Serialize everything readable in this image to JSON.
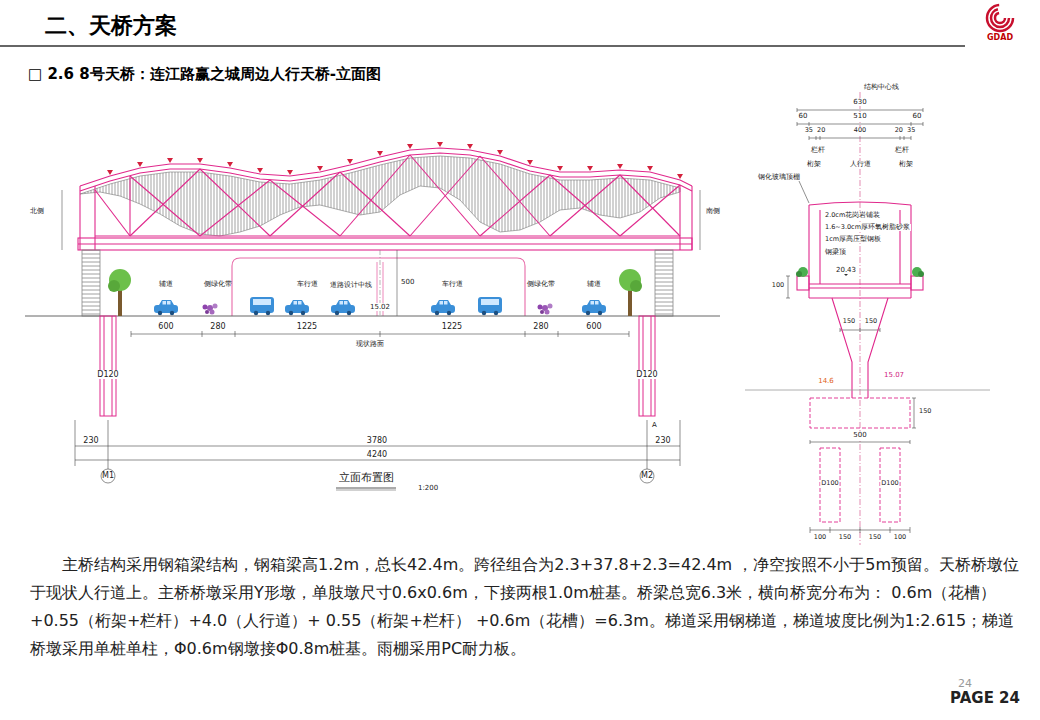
{
  "diagram": {
    "title": "二、天桥方案",
    "labels": [
      "GDAD",
      "□  2.6  8号天桥：连江路赢之城周边人行天桥-立面图",
      "北侧",
      "南侧",
      "辅道",
      "侧绿化带",
      "车行道",
      "道路设计中线",
      "500",
      "车行道",
      "侧绿化带",
      "辅道",
      "15.02",
      "600",
      "280",
      "1225",
      "1225",
      "280",
      "600",
      "现状路面",
      "D120",
      "D120",
      "230",
      "3780",
      "230",
      "4240",
      "A",
      "M1",
      "M2",
      "立面布置图",
      "1:200",
      "结构中心线",
      "630",
      "60",
      "510",
      "60",
      "35",
      "20",
      "400",
      "20",
      "35",
      "栏杆",
      "栏杆",
      "桁架",
      "人行道",
      "桁架",
      "钢化玻璃顶棚",
      "2.0cm花岗岩铺装",
      "1.6~3.0cm厚环氧树脂砂浆",
      "1cm厚高压型钢板",
      "钢梁顶",
      "20.43",
      "100",
      "150",
      "150",
      "14.6",
      "15.07",
      "150",
      "500",
      "D100",
      "D100",
      "100",
      "150",
      "150",
      "100",
      "主桥结构采用钢箱梁结构，钢箱梁高1.2m，总长42.4m。跨径组合为2.3+37.8+2.3=42.4m ，净空按照不小于5m预留。天桥桥墩位于现状人行道上。主桥桥墩采用Y形墩，单肢墩尺寸0.6x0.6m，下接两根1.0m桩基。桥梁总宽6.3米，横向桥宽分布为： 0.6m（花槽）+0.55（桁架+栏杆）+4.0（人行道）+ 0.55（桁架+栏杆） +0.6m（花槽）=6.3m。梯道采用钢梯道，梯道坡度比例为1:2.615；梯道桥墩采用单桩单柱，Φ0.6m钢墩接Φ0.8m桩基。雨棚采用PC耐力板。",
      "24",
      "PAGE 24"
    ]
  }
}
